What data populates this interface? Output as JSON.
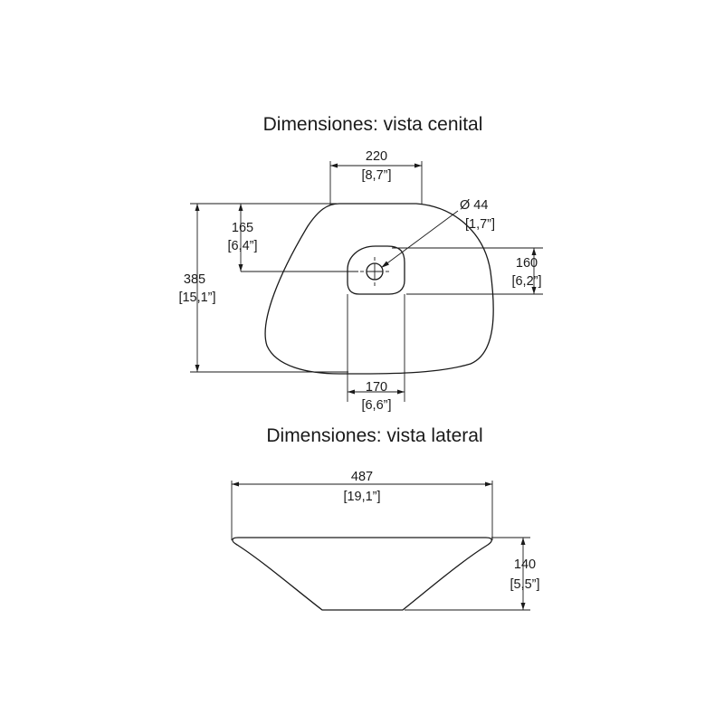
{
  "top_view": {
    "title": "Dimensiones: vista cenital",
    "width_top": {
      "mm": "220",
      "in": "[8,7”]"
    },
    "drain_diameter": {
      "mm": "Ø 44",
      "in": "[1,7”]"
    },
    "drain_offset": {
      "mm": "165",
      "in": "[6,4”]"
    },
    "depth": {
      "mm": "385",
      "in": "[15,1”]"
    },
    "basin_length": {
      "mm": "160",
      "in": "[6,2”]"
    },
    "basin_width": {
      "mm": "170",
      "in": "[6,6”]"
    }
  },
  "side_view": {
    "title": "Dimensiones: vista lateral",
    "width": {
      "mm": "487",
      "in": "[19,1”]"
    },
    "height": {
      "mm": "140",
      "in": "[5,5”]"
    }
  }
}
